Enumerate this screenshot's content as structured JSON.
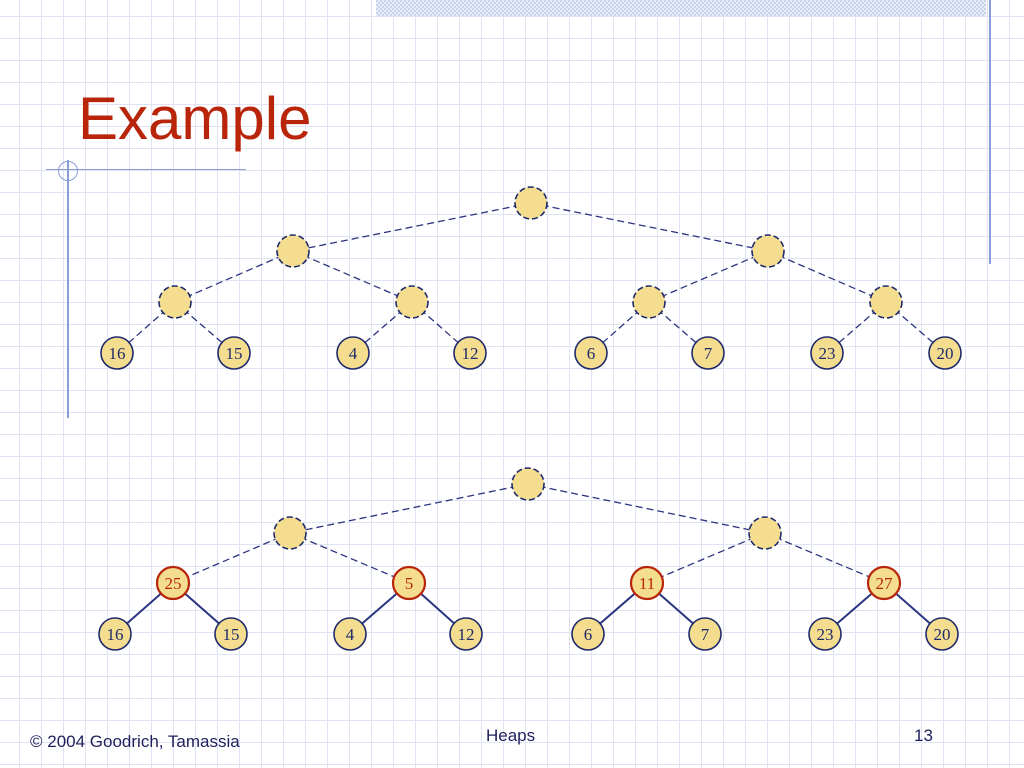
{
  "title": "Example",
  "footer": {
    "copyright": "© 2004 Goodrich, Tamassia",
    "topic": "Heaps",
    "page": "13"
  },
  "colors": {
    "node_fill": "#f4dd8e",
    "node_stroke": "#1f2a6b",
    "highlight_stroke": "#b8250a",
    "highlight_text": "#b8250a",
    "edge": "#2b3480"
  },
  "trees": [
    {
      "name": "before",
      "nodes": [
        {
          "id": "r",
          "label": "",
          "style": "dashed"
        },
        {
          "id": "L",
          "label": "",
          "style": "dashed"
        },
        {
          "id": "R",
          "label": "",
          "style": "dashed"
        },
        {
          "id": "a",
          "label": "",
          "style": "dashed"
        },
        {
          "id": "b",
          "label": "",
          "style": "dashed"
        },
        {
          "id": "c",
          "label": "",
          "style": "dashed"
        },
        {
          "id": "d",
          "label": "",
          "style": "dashed"
        },
        {
          "id": "l1",
          "label": "16",
          "style": "solid"
        },
        {
          "id": "l2",
          "label": "15",
          "style": "solid"
        },
        {
          "id": "l3",
          "label": "4",
          "style": "solid"
        },
        {
          "id": "l4",
          "label": "12",
          "style": "solid"
        },
        {
          "id": "l5",
          "label": "6",
          "style": "solid"
        },
        {
          "id": "l6",
          "label": "7",
          "style": "solid"
        },
        {
          "id": "l7",
          "label": "23",
          "style": "solid"
        },
        {
          "id": "l8",
          "label": "20",
          "style": "solid"
        }
      ],
      "edges": [
        {
          "from": "r",
          "to": "L",
          "style": "dashed"
        },
        {
          "from": "r",
          "to": "R",
          "style": "dashed"
        },
        {
          "from": "L",
          "to": "a",
          "style": "dashed"
        },
        {
          "from": "L",
          "to": "b",
          "style": "dashed"
        },
        {
          "from": "R",
          "to": "c",
          "style": "dashed"
        },
        {
          "from": "R",
          "to": "d",
          "style": "dashed"
        },
        {
          "from": "a",
          "to": "l1",
          "style": "dashed"
        },
        {
          "from": "a",
          "to": "l2",
          "style": "dashed"
        },
        {
          "from": "b",
          "to": "l3",
          "style": "dashed"
        },
        {
          "from": "b",
          "to": "l4",
          "style": "dashed"
        },
        {
          "from": "c",
          "to": "l5",
          "style": "dashed"
        },
        {
          "from": "c",
          "to": "l6",
          "style": "dashed"
        },
        {
          "from": "d",
          "to": "l7",
          "style": "dashed"
        },
        {
          "from": "d",
          "to": "l8",
          "style": "dashed"
        }
      ]
    },
    {
      "name": "after",
      "nodes": [
        {
          "id": "r",
          "label": "",
          "style": "dashed"
        },
        {
          "id": "L",
          "label": "",
          "style": "dashed"
        },
        {
          "id": "R",
          "label": "",
          "style": "dashed"
        },
        {
          "id": "a",
          "label": "25",
          "style": "highlight"
        },
        {
          "id": "b",
          "label": "5",
          "style": "highlight"
        },
        {
          "id": "c",
          "label": "11",
          "style": "highlight"
        },
        {
          "id": "d",
          "label": "27",
          "style": "highlight"
        },
        {
          "id": "l1",
          "label": "16",
          "style": "solid"
        },
        {
          "id": "l2",
          "label": "15",
          "style": "solid"
        },
        {
          "id": "l3",
          "label": "4",
          "style": "solid"
        },
        {
          "id": "l4",
          "label": "12",
          "style": "solid"
        },
        {
          "id": "l5",
          "label": "6",
          "style": "solid"
        },
        {
          "id": "l6",
          "label": "7",
          "style": "solid"
        },
        {
          "id": "l7",
          "label": "23",
          "style": "solid"
        },
        {
          "id": "l8",
          "label": "20",
          "style": "solid"
        }
      ],
      "edges": [
        {
          "from": "r",
          "to": "L",
          "style": "dashed"
        },
        {
          "from": "r",
          "to": "R",
          "style": "dashed"
        },
        {
          "from": "L",
          "to": "a",
          "style": "dashed"
        },
        {
          "from": "L",
          "to": "b",
          "style": "dashed"
        },
        {
          "from": "R",
          "to": "c",
          "style": "dashed"
        },
        {
          "from": "R",
          "to": "d",
          "style": "dashed"
        },
        {
          "from": "a",
          "to": "l1",
          "style": "solid"
        },
        {
          "from": "a",
          "to": "l2",
          "style": "solid"
        },
        {
          "from": "b",
          "to": "l3",
          "style": "solid"
        },
        {
          "from": "b",
          "to": "l4",
          "style": "solid"
        },
        {
          "from": "c",
          "to": "l5",
          "style": "solid"
        },
        {
          "from": "c",
          "to": "l6",
          "style": "solid"
        },
        {
          "from": "d",
          "to": "l7",
          "style": "solid"
        },
        {
          "from": "d",
          "to": "l8",
          "style": "solid"
        }
      ]
    }
  ]
}
